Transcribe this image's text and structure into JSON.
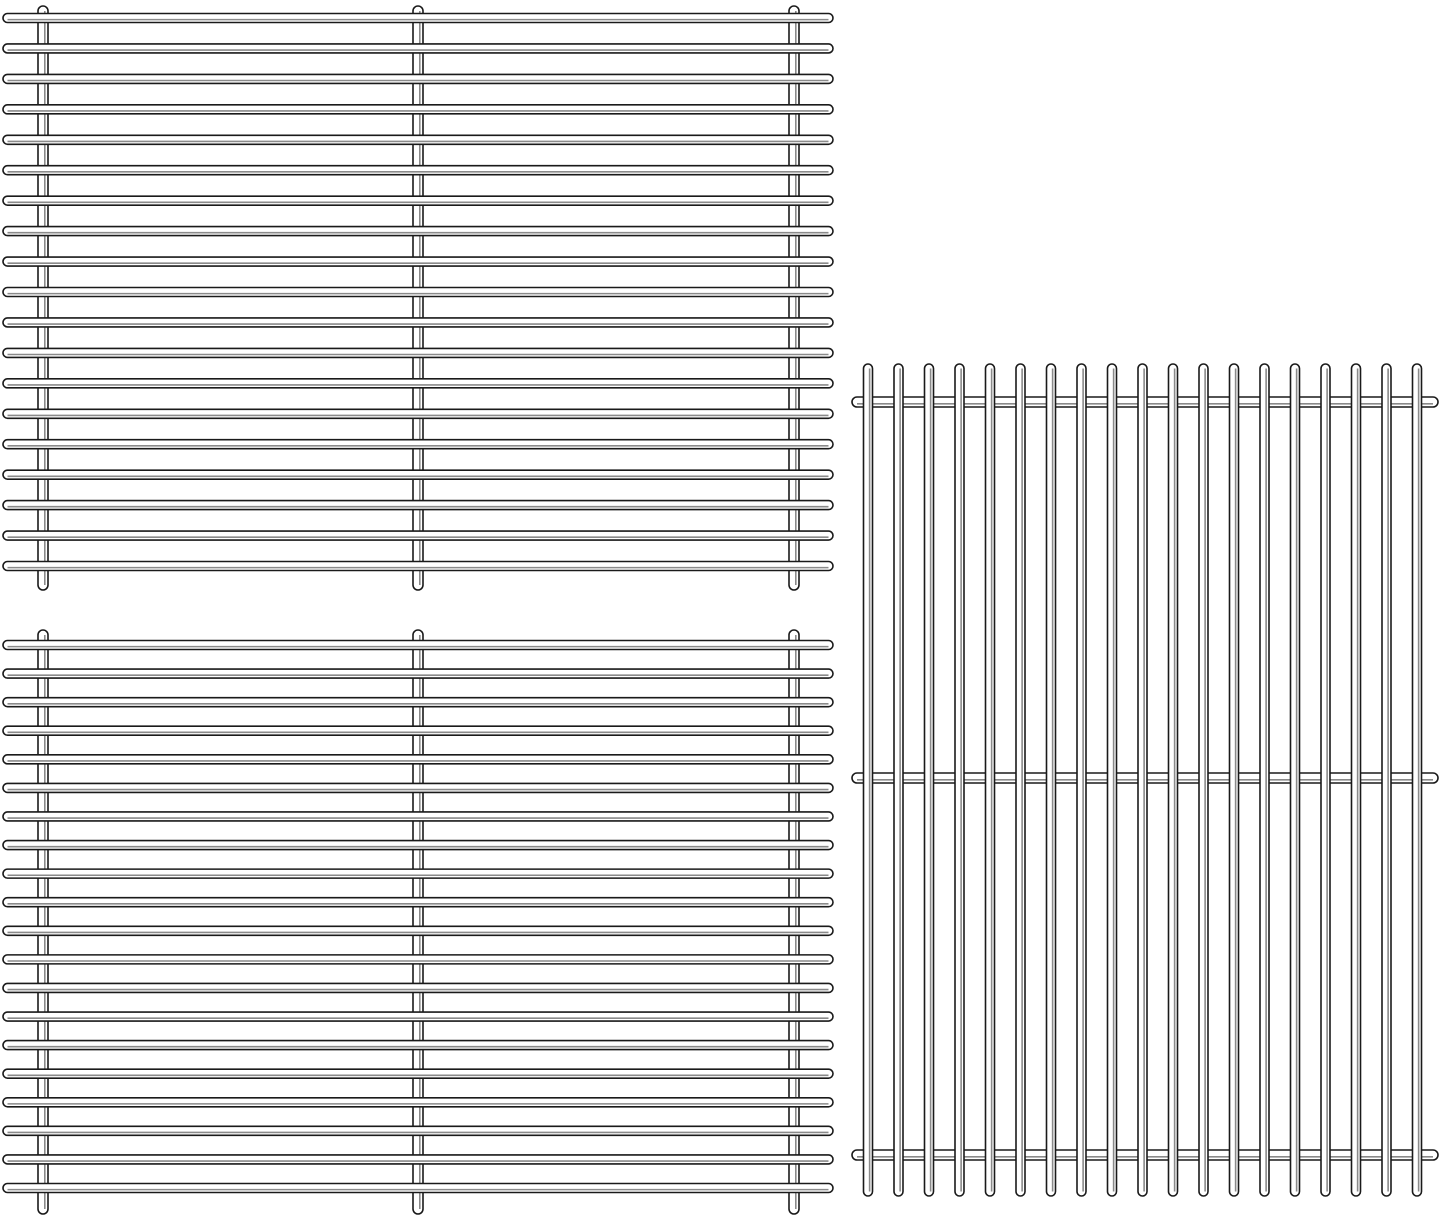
{
  "image": {
    "colors": {
      "background": "#ffffff",
      "rod_outline": "#1a1a1a",
      "rod_highlight": "#ffffff",
      "rod_shade": "#8a8a8a"
    },
    "grates": [
      {
        "name": "grate-top-left",
        "orientation": "horizontal-rods"
      },
      {
        "name": "grate-bottom-left",
        "orientation": "horizontal-rods"
      },
      {
        "name": "grate-right",
        "orientation": "vertical-rods"
      }
    ]
  }
}
